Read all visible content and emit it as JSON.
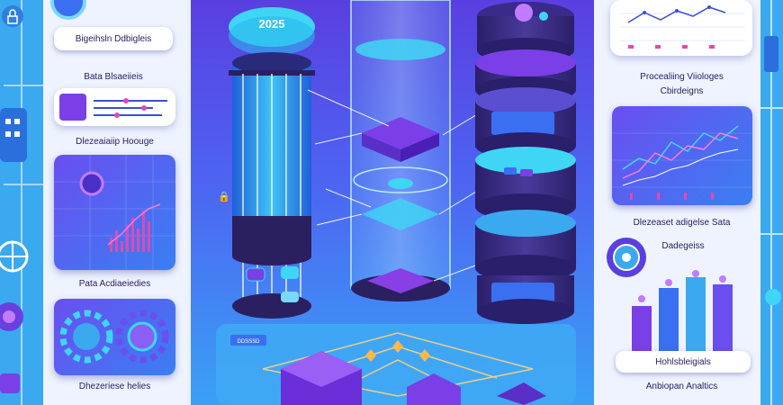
{
  "year": "2025",
  "left": {
    "title_pill": "Bigeihsln Ddbigleis",
    "label_1": "Bata Blsaeiieis",
    "label_2": "Dlezeaiaiip Hoouge",
    "label_3": "Pata Acdiaeiedies",
    "label_4": "Dhezeriese helies"
  },
  "right": {
    "label_1": "Procealiing Viiologes",
    "label_2": "Cbirdeigns",
    "label_3": "Dlezeaset adigelse Sata",
    "label_4": "Dadegeiss",
    "pill_1": "Hohlsbleigials",
    "label_5": "Anbiopan Analtics"
  },
  "base_tag": "DDSSSD",
  "colors": {
    "accent_purple": "#7a3fe6",
    "accent_blue": "#3aa9f0",
    "accent_cyan": "#3fd6f5",
    "panel_bg": "#eef3ff"
  }
}
